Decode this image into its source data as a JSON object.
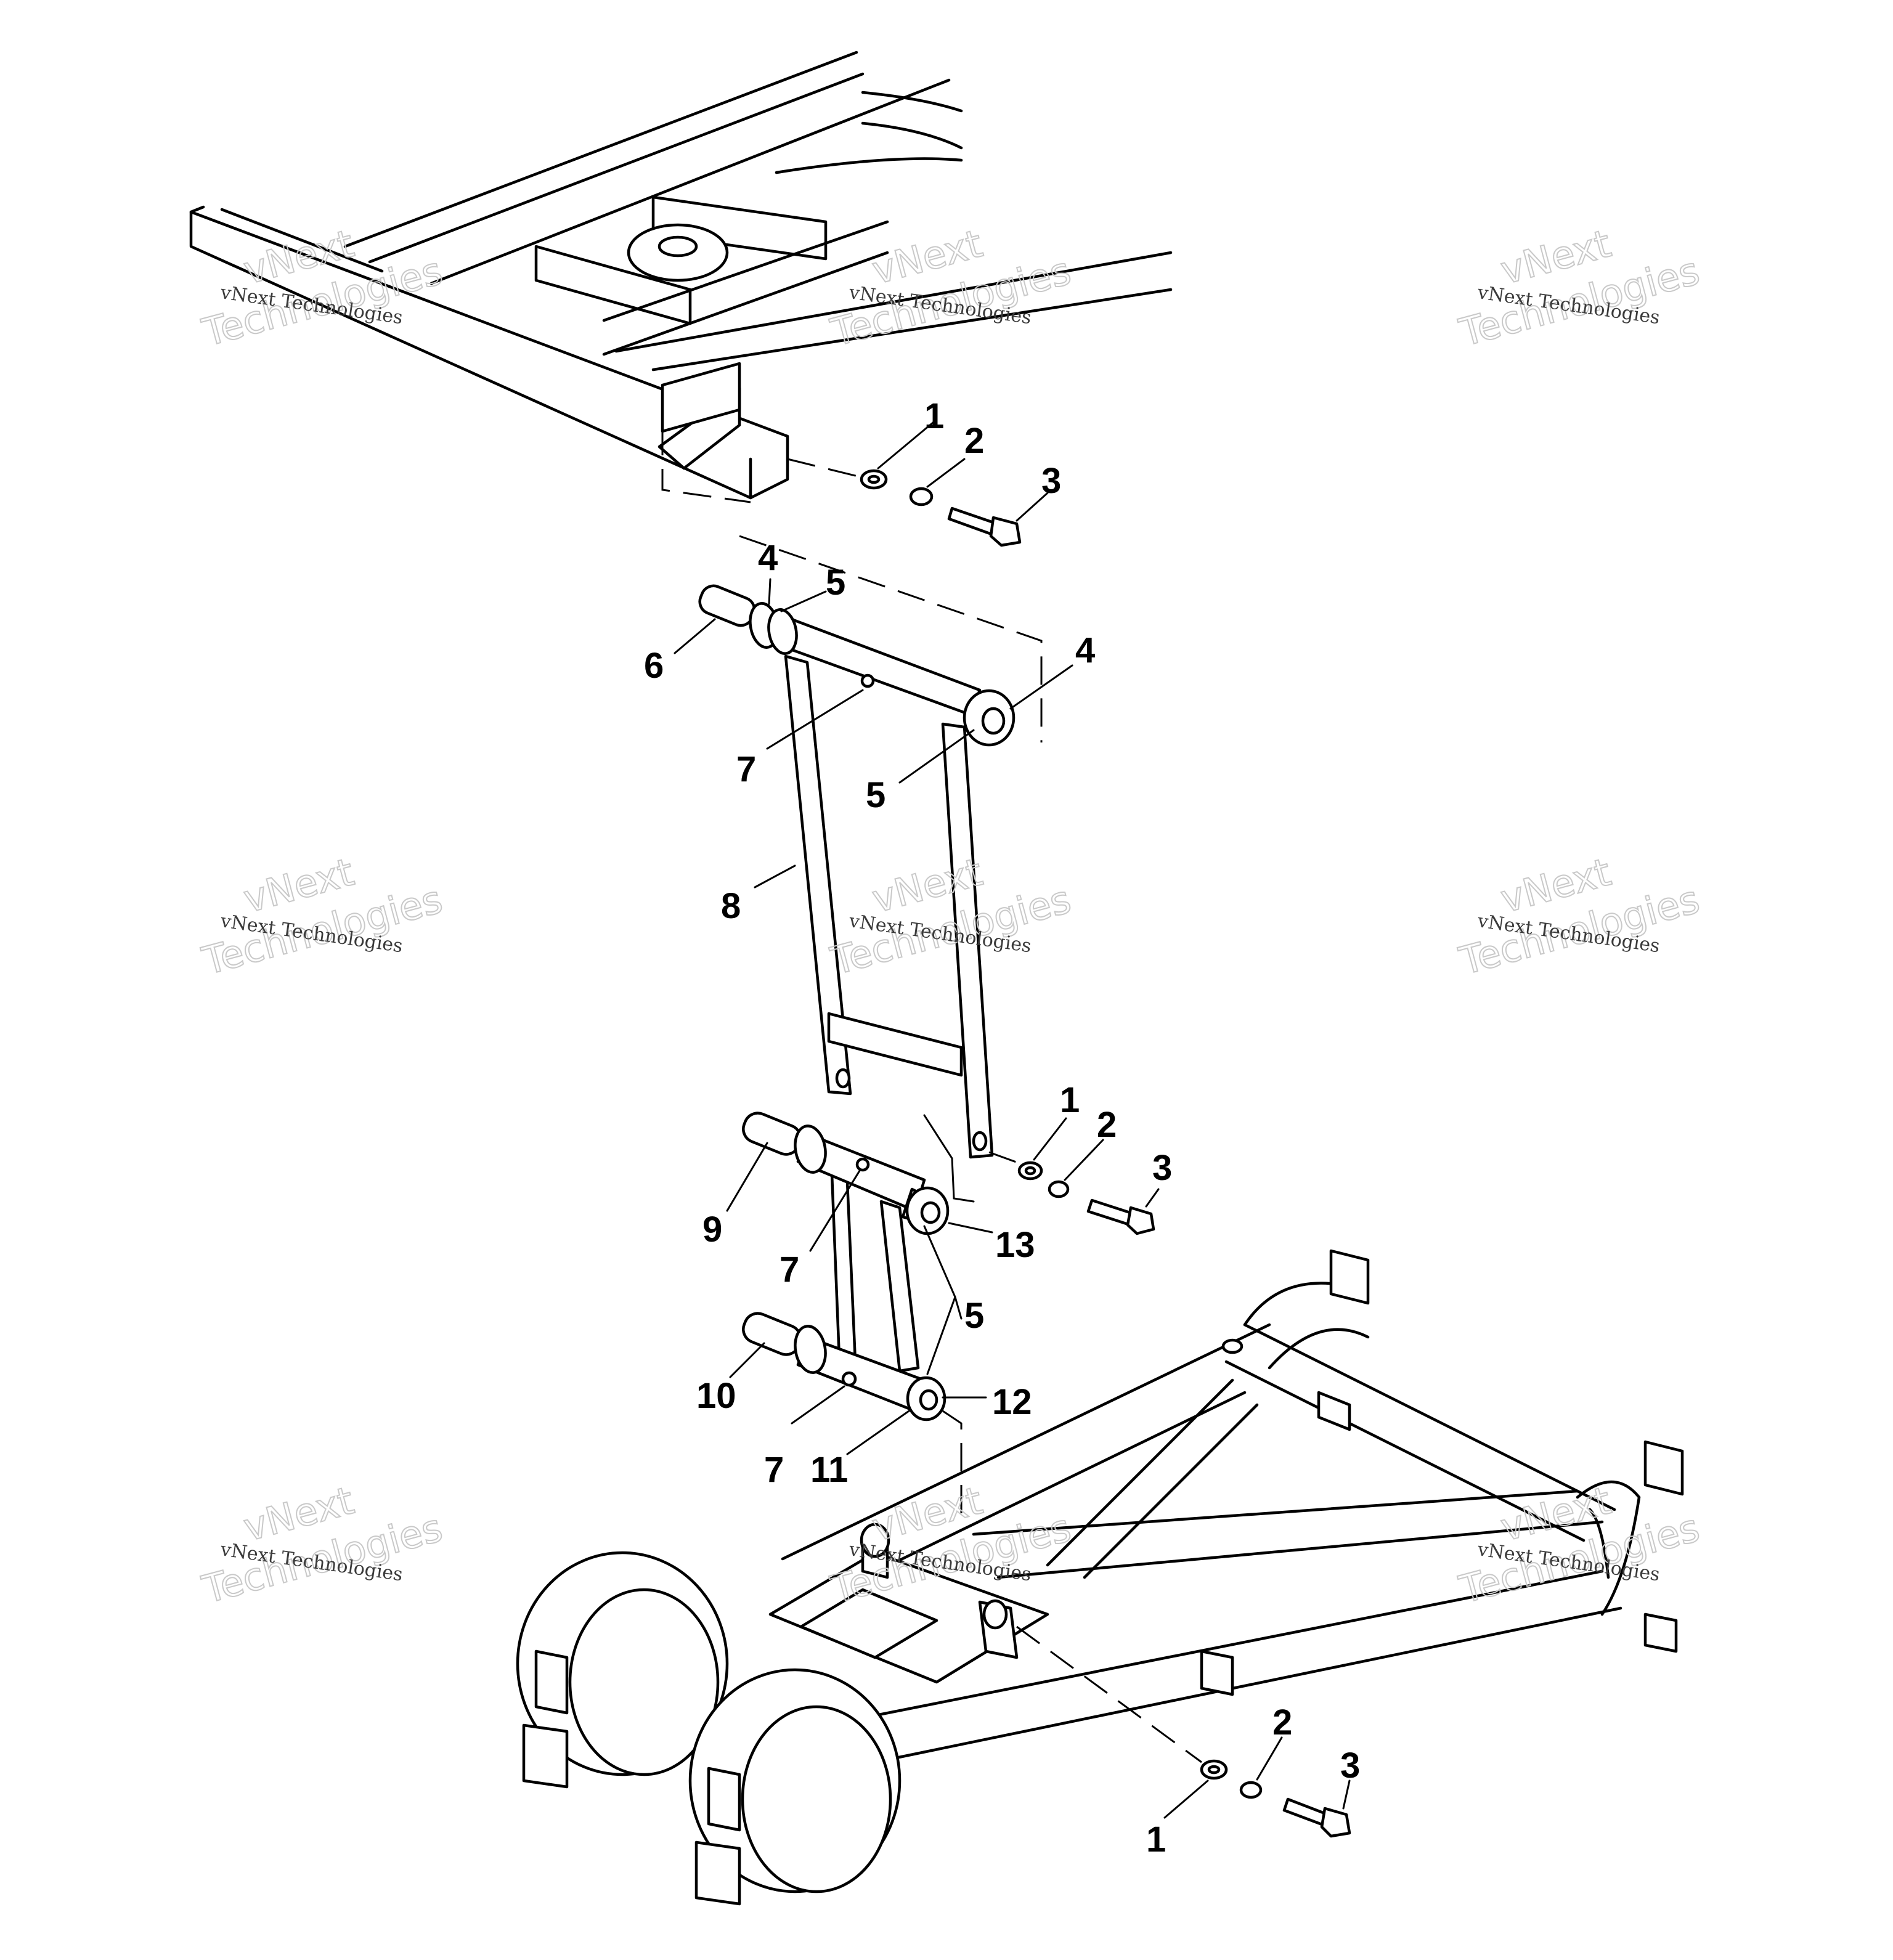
{
  "callouts": {
    "top_washer_1": "1",
    "top_lockwasher_2": "2",
    "top_bolt_3": "3",
    "upper_bushing_left_4": "4",
    "upper_bushing_left_5": "5",
    "upper_shaft_6": "6",
    "upper_bushing_right_4": "4",
    "upper_grease_7": "7",
    "upper_bushing_right_5": "5",
    "link_arm_8": "8",
    "mid_washer_1": "1",
    "mid_lockwasher_2": "2",
    "mid_bolt_3": "3",
    "mid_shaft_9": "9",
    "mid_grease_7": "7",
    "mid_bushing_13": "13",
    "shared_bushing_5": "5",
    "lower_shaft_10": "10",
    "lower_bushing_12": "12",
    "lower_grease_7": "7",
    "lower_sleeve_11": "11",
    "bottom_washer_1": "1",
    "bottom_lockwasher_2": "2",
    "bottom_bolt_3": "3"
  },
  "watermark": {
    "line1": "vNext",
    "line2": "Technologies",
    "caption": "vNext Technologies"
  }
}
